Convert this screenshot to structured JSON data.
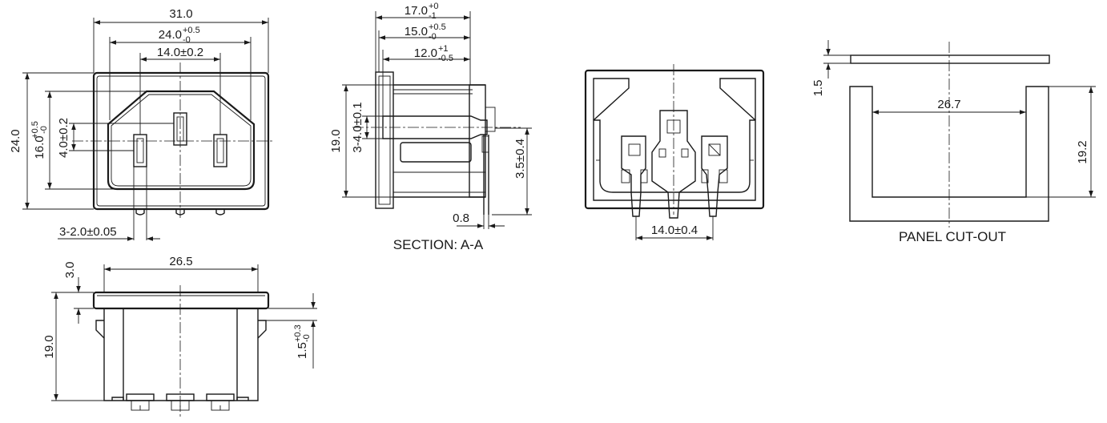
{
  "views": {
    "front": {
      "dim_overall_width": "31.0",
      "dim_inner_width": {
        "base": "24.0",
        "tol_upper": "+0.5",
        "tol_lower": "-0"
      },
      "dim_pin_span": "14.0±0.2",
      "dim_height": "24.0",
      "dim_inner_height": {
        "base": "16.0",
        "tol_upper": "+0.5",
        "tol_lower": "-0"
      },
      "dim_pin_offset": "4.0±0.2",
      "dim_pin_width": "3-2.0±0.05"
    },
    "section": {
      "caption": "SECTION: A-A",
      "dim_top": {
        "base": "17.0",
        "tol_upper": "+0",
        "tol_lower": "-1"
      },
      "dim_mid": {
        "base": "15.0",
        "tol_upper": "+0.5",
        "tol_lower": "-0"
      },
      "dim_inner": {
        "base": "12.0",
        "tol_upper": "+1",
        "tol_lower": "-0.5"
      },
      "dim_height": "19.0",
      "dim_pin_dia": "3-4.0±0.1",
      "dim_pin_len": "3.5±0.4",
      "dim_thickness": "0.8"
    },
    "rear": {
      "dim_pin_span": "14.0±0.4"
    },
    "panel": {
      "caption": "PANEL CUT-OUT",
      "dim_thickness": "1.5",
      "dim_width": "26.7",
      "dim_height": "19.2"
    },
    "side": {
      "dim_width": "26.5",
      "dim_flange": "3.0",
      "dim_height": "19.0",
      "dim_clip": {
        "base": "1.5",
        "tol_upper": "+0.3",
        "tol_lower": "-0"
      }
    }
  }
}
